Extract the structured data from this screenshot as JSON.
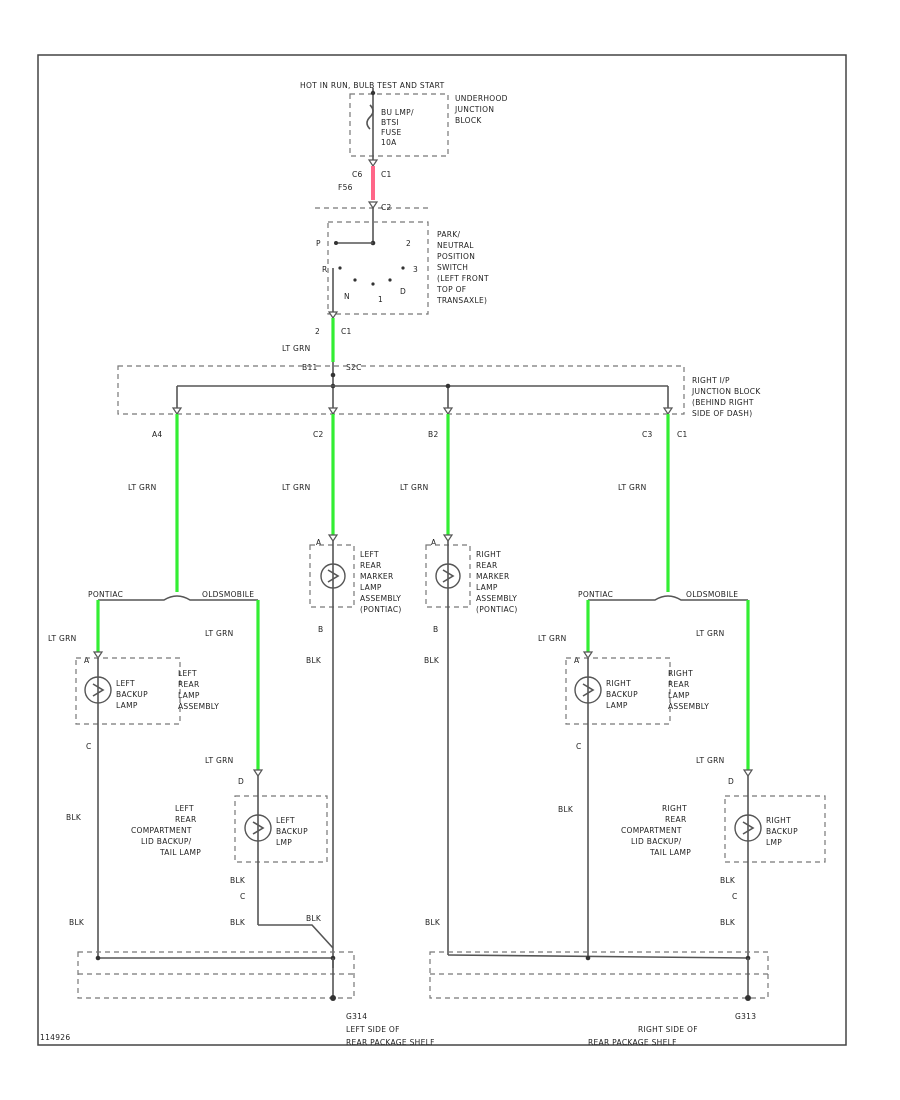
{
  "header": {
    "hot_label": "HOT IN RUN, BULB TEST AND START"
  },
  "fuse_block": {
    "fuse_lines": [
      "BU LMP/",
      "BTSI",
      "FUSE",
      "10A"
    ],
    "label": [
      "UNDERHOOD",
      "JUNCTION",
      "BLOCK"
    ]
  },
  "connectors": {
    "c1_a_pin": "C6",
    "c1_a": "C1",
    "c1_b_pin": "F56",
    "c2_b": "C2",
    "sw_out_pin": "2",
    "sw_out": "C1",
    "junction_a": "B11",
    "junction_b": "S2C"
  },
  "wires": {
    "lt_grn": "LT GRN",
    "blk": "BLK"
  },
  "switch": {
    "positions": [
      "P",
      "R",
      "N",
      "D",
      "3",
      "2",
      "1"
    ],
    "label": [
      "PARK/",
      "NEUTRAL",
      "POSITION",
      "SWITCH",
      "(LEFT FRONT",
      "TOP OF",
      "TRANSAXLE)"
    ]
  },
  "junction_block": {
    "label": [
      "RIGHT I/P",
      "JUNCTION BLOCK",
      "(BEHIND RIGHT",
      "SIDE OF DASH)"
    ]
  },
  "pins": {
    "a4": "A4",
    "c2": "C2",
    "b2": "B2",
    "c3": "C3",
    "c1": "C1",
    "A": "A",
    "B": "B",
    "C": "C",
    "D": "D"
  },
  "variants": {
    "pontiac": "PONTIAC",
    "oldsmobile": "OLDSMOBILE"
  },
  "lamps": {
    "left_marker": [
      "LEFT",
      "REAR",
      "MARKER",
      "LAMP",
      "ASSEMBLY",
      "(PONTIAC)"
    ],
    "right_marker": [
      "RIGHT",
      "REAR",
      "MARKER",
      "LAMP",
      "ASSEMBLY",
      "(PONTIAC)"
    ],
    "left_backup_name": [
      "LEFT",
      "BACKUP",
      "LAMP"
    ],
    "left_backup_assy": [
      "LEFT",
      "REAR",
      "LAMP",
      "ASSEMBLY"
    ],
    "right_backup_name": [
      "RIGHT",
      "BACKUP",
      "LAMP"
    ],
    "right_backup_assy": [
      "RIGHT",
      "REAR",
      "LAMP",
      "ASSEMBLY"
    ],
    "left_comp_desc": [
      "LEFT",
      "REAR",
      "COMPARTMENT",
      "LID BACKUP/",
      "TAIL LAMP"
    ],
    "left_comp_name": [
      "LEFT",
      "BACKUP",
      "LMP"
    ],
    "right_comp_desc": [
      "RIGHT",
      "REAR",
      "COMPARTMENT",
      "LID BACKUP/",
      "TAIL LAMP"
    ],
    "right_comp_name": [
      "RIGHT",
      "BACKUP",
      "LMP"
    ]
  },
  "grounds": {
    "left_id": "G314",
    "left_label": [
      "LEFT SIDE OF",
      "REAR PACKAGE SHELF"
    ],
    "right_id": "G313",
    "right_label": [
      "RIGHT SIDE OF",
      "REAR PACKAGE SHELF"
    ]
  },
  "footer": {
    "code": "114926"
  },
  "colors": {
    "lt_grn_wire": "#33ee33",
    "pink_wire": "#ff6688",
    "line": "#555555"
  }
}
